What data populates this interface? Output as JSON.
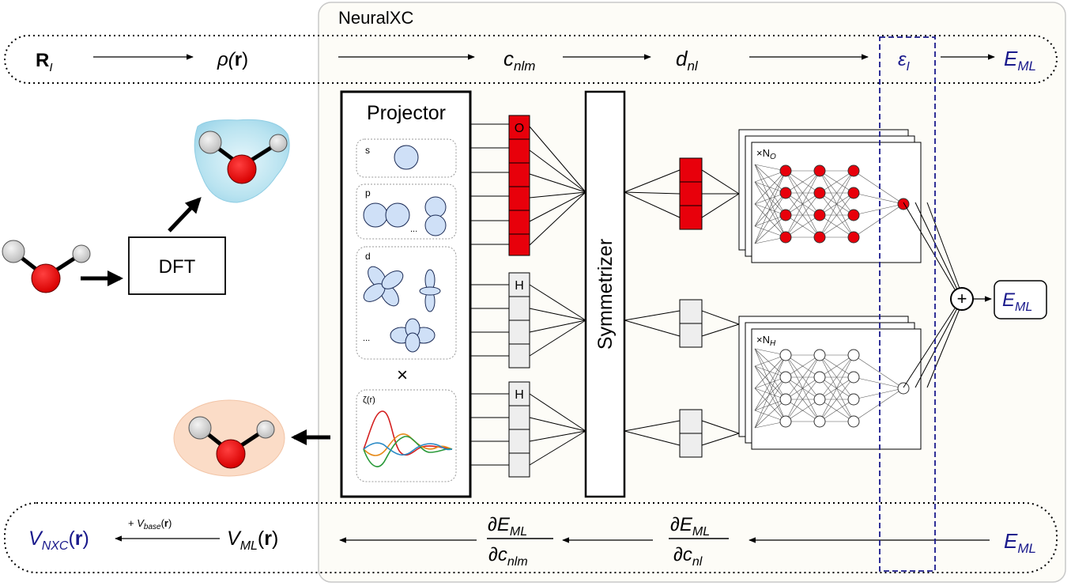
{
  "frame_title": "NeuralXC",
  "top_pipeline": {
    "r_symbol": "R",
    "r_sub": "I",
    "rho_pre": "ρ(",
    "rho_r": "r",
    "rho_post": ")",
    "c_main": "c",
    "c_sub": "nlm",
    "d_main": "d",
    "d_sub": "nl",
    "eps_main": "ε",
    "eps_sub": "I",
    "e_main": "E",
    "e_sub": "ML"
  },
  "dft_label": "DFT",
  "projector": {
    "title": "Projector",
    "s_label": "s",
    "p_label": "p",
    "d_label": "d",
    "ellipsis": "...",
    "times": "×",
    "zeta_label": "ζ(r)"
  },
  "coeff_labels": {
    "o": "O",
    "h1": "H",
    "h2": "H"
  },
  "symmetrizer_label": "Symmetrizer",
  "nets": {
    "o_label_main": "×N",
    "o_label_sub": "O",
    "h_label_main": "×N",
    "h_label_sub": "H"
  },
  "sum_symbol": "+",
  "output": {
    "main": "E",
    "sub": "ML"
  },
  "bottom_pipeline": {
    "vnxc_main": "V",
    "vnxc_sub": "NXC",
    "vnxc_pre": "(",
    "vnxc_r": "r",
    "vnxc_post": ")",
    "vbase_plus": "+ ",
    "vbase_main": "V",
    "vbase_sub": "base",
    "vbase_pre": "(",
    "vbase_r": "r",
    "vbase_post": ")",
    "vml_main": "V",
    "vml_sub": "ML",
    "vml_pre": "(",
    "vml_r": "r",
    "vml_post": ")",
    "dEdc_num": "∂E",
    "dEdc_num_sub": "ML",
    "dEdc_den": "∂c",
    "dEdc_den_sub": "nlm",
    "dEdd_num": "∂E",
    "dEdd_num_sub": "ML",
    "dEdd_den": "∂c",
    "dEdd_den_sub": "nl",
    "e_main": "E",
    "e_sub": "ML"
  },
  "colors": {
    "red": "#e8000b",
    "blue_text": "#1a1a8c",
    "frame_fill": "#fdfcf7",
    "orbital_fill": "#cfe0f7"
  }
}
